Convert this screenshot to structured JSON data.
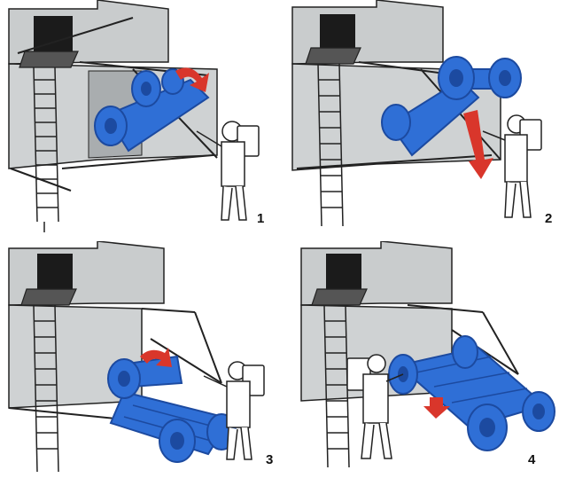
{
  "colors": {
    "rover_blue": "#2f6fd6",
    "rover_dark": "#1c4aa0",
    "lander_gray": "#c9cccd",
    "lander_dark": "#9ea2a4",
    "ink": "#222222",
    "arrow_red": "#d9362b"
  },
  "panels": [
    {
      "step": "1"
    },
    {
      "step": "2"
    },
    {
      "step": "3"
    },
    {
      "step": "4"
    }
  ]
}
